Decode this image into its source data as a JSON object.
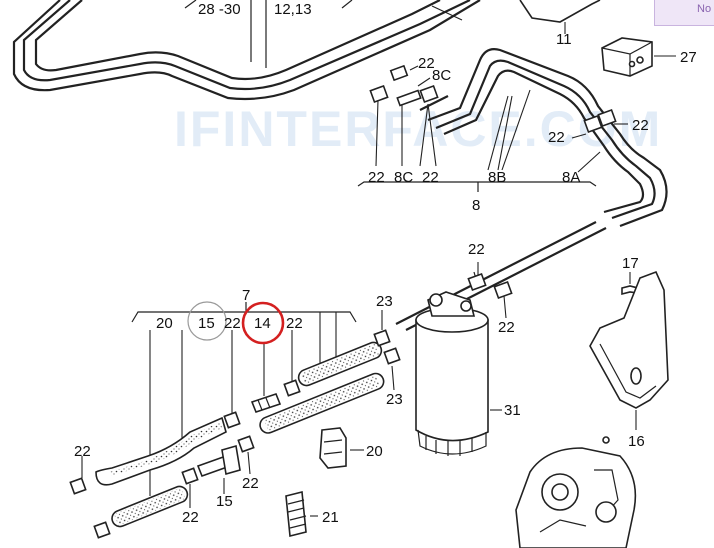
{
  "watermark": "IFINTERFACE.COM",
  "corner_tag": "No",
  "labels": {
    "l_28_30": "28 -30",
    "l_12_13": "12,13",
    "l_11": "11",
    "l_27": "27",
    "l_22_top": "22",
    "l_8c_top": "8C",
    "l_22_a": "22",
    "l_8c_b": "8C",
    "l_22_b": "22",
    "l_8b": "8B",
    "l_8a": "8A",
    "l_8": "8",
    "l_22_r1": "22",
    "l_22_r2": "22",
    "l_22_mid": "22",
    "l_22_mid2": "22",
    "l_17": "17",
    "l_23_a": "23",
    "l_23_b": "23",
    "l_31": "31",
    "l_16": "16",
    "l_7": "7",
    "l_20_top": "20",
    "l_15_top": "15",
    "l_22_g1": "22",
    "l_14": "14",
    "l_22_g2": "22",
    "l_20": "20",
    "l_21": "21",
    "l_22_left": "22",
    "l_15_bot": "15",
    "l_22_bot1": "22",
    "l_22_bot2": "22"
  },
  "colors": {
    "highlight_circle": "#d42020",
    "gray_circle": "#9a9a9a",
    "watermark": "#cfe0f3"
  }
}
